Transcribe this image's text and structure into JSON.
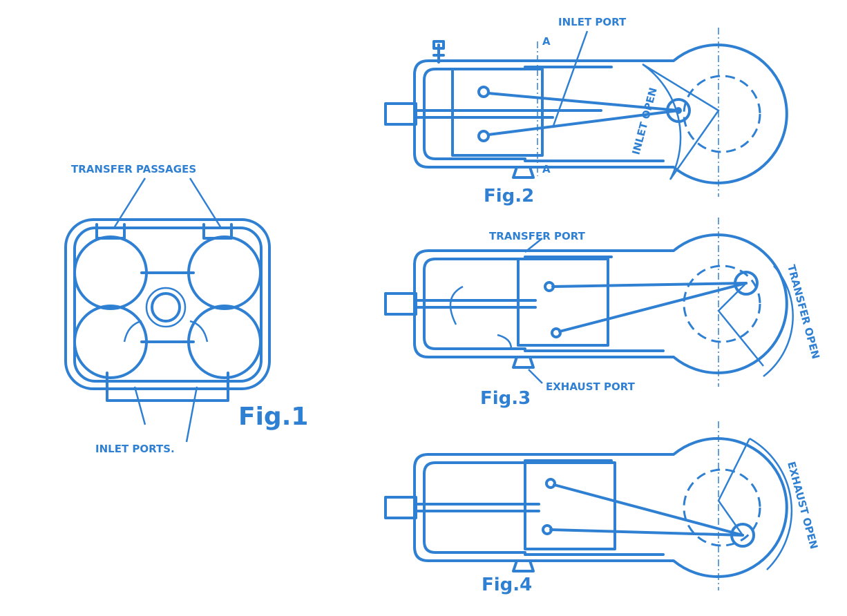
{
  "figure1": {
    "caption": "Fig.1",
    "label_top": "TRANSFER PASSAGES",
    "label_bottom": "INLET PORTS."
  },
  "figure2": {
    "caption": "Fig.2",
    "label_port": "INLET PORT",
    "section_top": "A",
    "section_bottom": "A",
    "arc_label": "INLET OPEN"
  },
  "figure3": {
    "caption": "Fig.3",
    "label_transfer": "TRANSFER PORT",
    "label_exhaust": "EXHAUST PORT",
    "arc_label": "TRANSFER OPEN"
  },
  "figure4": {
    "caption": "Fig.4",
    "arc_label": "EXHAUST OPEN"
  },
  "colors": {
    "ink": "#2f80d2",
    "paper": "#ffffff"
  }
}
